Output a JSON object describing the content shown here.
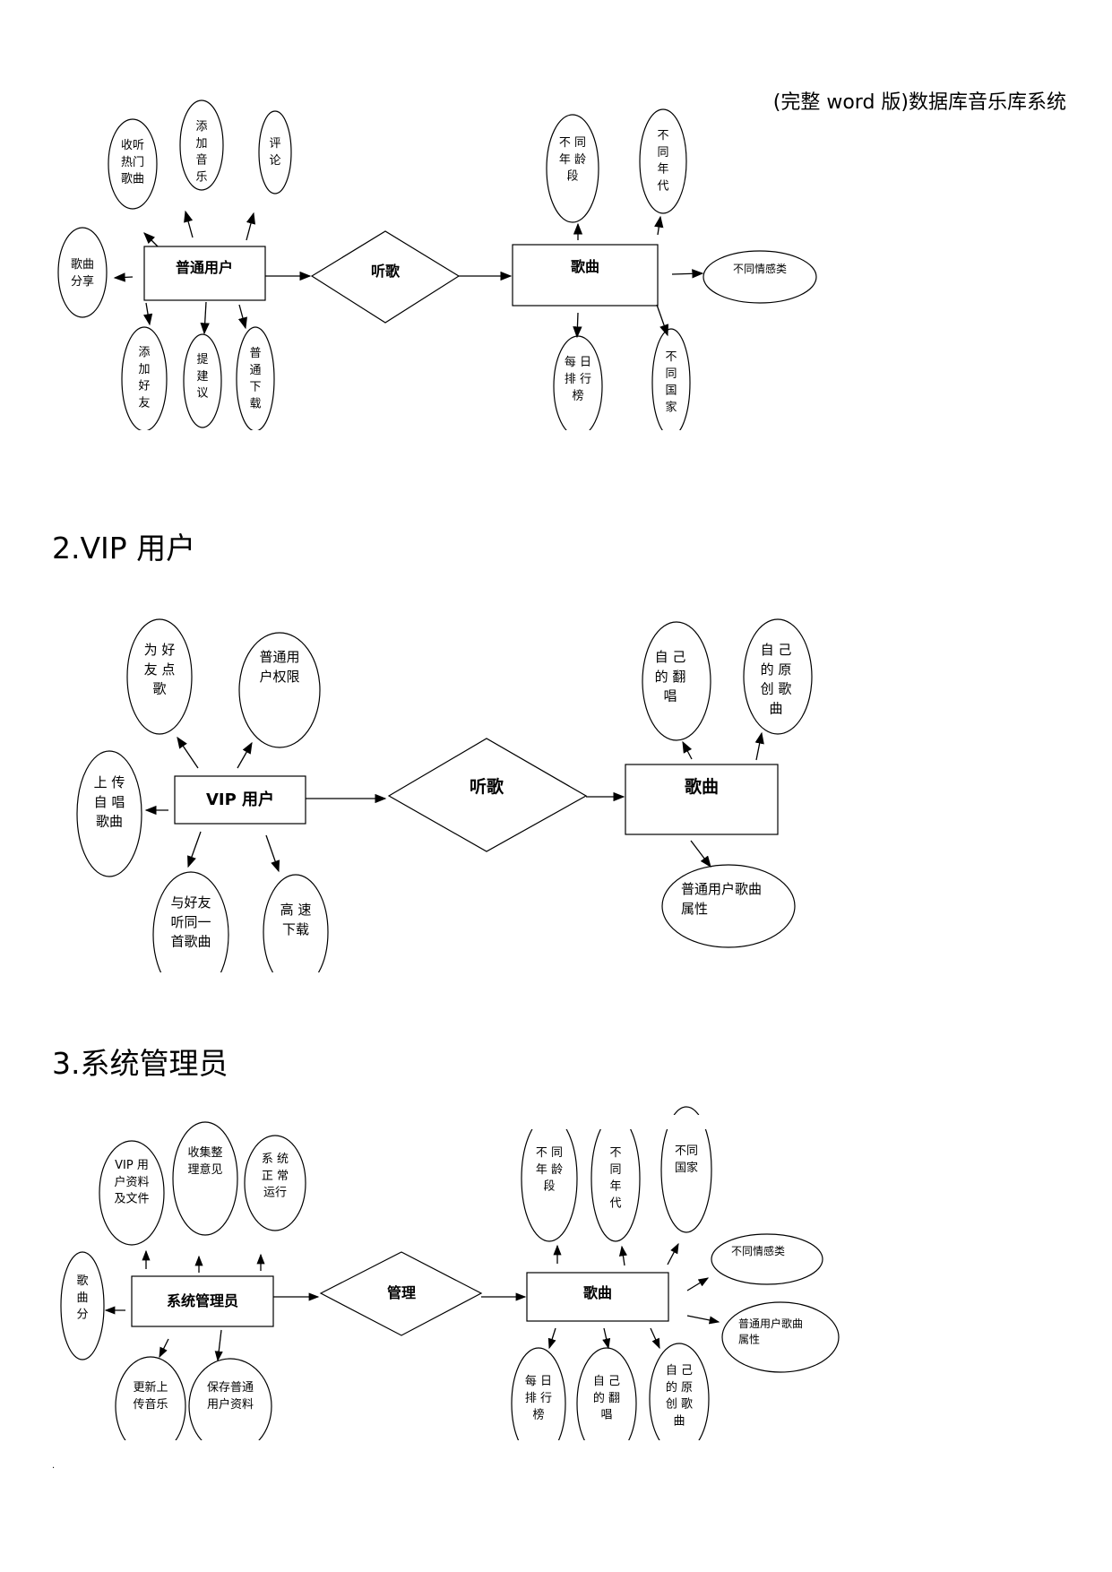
{
  "header": {
    "title": "(完整 word 版)数据库音乐库系统"
  },
  "section2": {
    "heading": "2.VIP 用户"
  },
  "section3": {
    "heading": "3.系统管理员"
  },
  "footer": {
    "dot": "."
  },
  "diagram1": {
    "entity_user": "普通用户",
    "relation": "听歌",
    "entity_song": "歌曲",
    "user_attrs": {
      "hot_songs": [
        "收听",
        "热门",
        "歌曲"
      ],
      "add_music": [
        "添",
        "加",
        "音",
        "乐"
      ],
      "comment": [
        "评",
        "论"
      ],
      "share": [
        "歌曲",
        "分享"
      ],
      "add_friend": [
        "添",
        "加",
        "好",
        "友"
      ],
      "suggest": [
        "提",
        "建",
        "议"
      ],
      "download": [
        "普",
        "通",
        "下",
        "载"
      ]
    },
    "song_attrs": {
      "age_group": [
        "不  同",
        "年  龄",
        "段"
      ],
      "era": [
        "不",
        "同",
        "年",
        "代"
      ],
      "emotion": "不同情感类",
      "daily_chart": [
        "每  日",
        "排  行",
        "榜"
      ],
      "country": [
        "不",
        "同",
        "国",
        "家"
      ]
    }
  },
  "diagram2": {
    "entity_vip": "VIP 用户",
    "relation": "听歌",
    "entity_song": "歌曲",
    "vip_attrs": {
      "request_song": [
        "为  好",
        "友  点",
        "歌"
      ],
      "normal_rights": [
        "普通用",
        "户权限"
      ],
      "upload": [
        "上  传",
        "自  唱",
        "歌曲"
      ],
      "listen_together": [
        "与好友",
        "听同一",
        "首歌曲"
      ],
      "fast_download": [
        "高  速",
        "下载"
      ]
    },
    "song_attrs": {
      "cover": [
        "自    己",
        "的    翻",
        "唱"
      ],
      "original": [
        "自    己",
        "的    原",
        "创    歌",
        "曲"
      ],
      "normal_attrs": [
        "普通用户歌曲",
        "属性"
      ]
    }
  },
  "diagram3": {
    "entity_admin": "系统管理员",
    "relation": "管理",
    "entity_song": "歌曲",
    "admin_attrs": {
      "vip_data": [
        "VIP 用",
        "户资料",
        "及文件"
      ],
      "collect": [
        "收集整",
        "理意见"
      ],
      "system": [
        "系    统",
        "正    常",
        "运行"
      ],
      "song_share": [
        "歌",
        "曲",
        "分"
      ],
      "update": [
        "更新上",
        "传音乐"
      ],
      "save_user": [
        "保存普通",
        "用户资料"
      ]
    },
    "song_attrs": {
      "age_group": [
        "不  同",
        "年  龄",
        "段"
      ],
      "era": [
        "不",
        "同",
        "年",
        "代"
      ],
      "country": [
        "不同",
        "国家"
      ],
      "emotion": "不同情感类",
      "normal_attrs": [
        "普通用户歌曲",
        "属性"
      ],
      "daily_chart": [
        "每  日",
        "排  行",
        "榜"
      ],
      "cover": [
        "自    己",
        "的    翻",
        "唱"
      ],
      "original": [
        "自    己",
        "的    原",
        "创    歌",
        "曲"
      ]
    }
  }
}
